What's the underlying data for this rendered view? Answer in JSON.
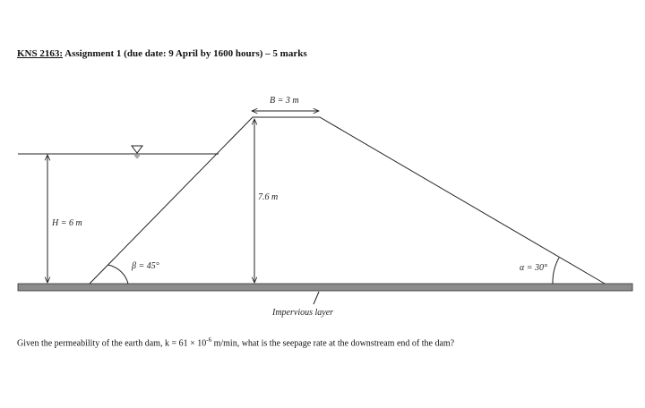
{
  "heading": {
    "course_code": "KNS 2163:",
    "rest": " Assignment 1 (due date: 9 April by 1600 hours) – 5 marks"
  },
  "diagram": {
    "crest_width_label": "B = 3 m",
    "height_label": "7.6 m",
    "water_depth_label": "H = 6 m",
    "upstream_angle_label": "β = 45°",
    "downstream_angle_label": "α = 30°",
    "base_label": "Impervious layer",
    "water_surface_symbol": "▽"
  },
  "question": {
    "prefix": "Given the permeability of the earth dam, k = 61 × 10",
    "exponent": "-6",
    "suffix": " m/min, what is the seepage rate at the downstream end of the dam?"
  }
}
